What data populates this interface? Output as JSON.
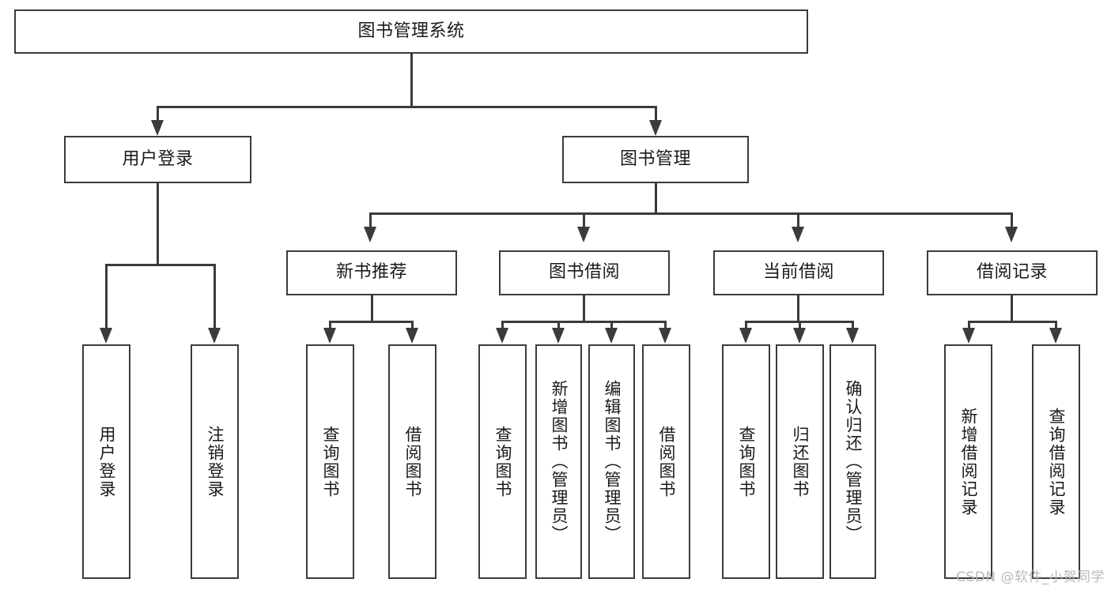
{
  "diagram": {
    "type": "tree-hierarchy",
    "title": "图书管理系统",
    "root": {
      "label": "图书管理系统"
    },
    "level1": [
      {
        "label": "用户登录"
      },
      {
        "label": "图书管理"
      }
    ],
    "level2": [
      {
        "label": "新书推荐"
      },
      {
        "label": "图书借阅"
      },
      {
        "label": "当前借阅"
      },
      {
        "label": "借阅记录"
      }
    ],
    "leaves": {
      "user_login": [
        {
          "label": "用户登录"
        },
        {
          "label": "注销登录"
        }
      ],
      "new_book_recommend": [
        {
          "label": "查询图书"
        },
        {
          "label": "借阅图书"
        }
      ],
      "book_borrow": [
        {
          "label": "查询图书"
        },
        {
          "label": "新增图书（管理员）"
        },
        {
          "label": "编辑图书（管理员）"
        },
        {
          "label": "借阅图书"
        }
      ],
      "current_borrow": [
        {
          "label": "查询图书"
        },
        {
          "label": "归还图书"
        },
        {
          "label": "确认归还（管理员）"
        }
      ],
      "borrow_record": [
        {
          "label": "新增借阅记录"
        },
        {
          "label": "查询借阅记录"
        }
      ]
    }
  },
  "watermark": {
    "text": "CSDN @软件_小贺同学"
  },
  "colors": {
    "stroke": "#3b3b3b",
    "text": "#1a1a1a",
    "background": "#ffffff",
    "watermark": "#b9b9b9"
  }
}
